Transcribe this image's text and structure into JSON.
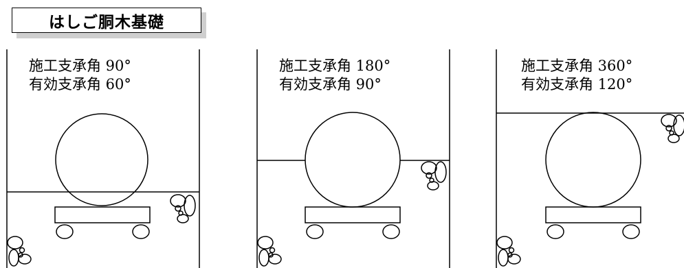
{
  "title": "はしご胴木基礎",
  "panels": [
    {
      "construction_label": "施工支承角 90°",
      "effective_label": "有効支承角 60°"
    },
    {
      "construction_label": "施工支承角 180°",
      "effective_label": "有効支承角 90°"
    },
    {
      "construction_label": "施工支承角 360°",
      "effective_label": "有効支承角 120°"
    }
  ]
}
